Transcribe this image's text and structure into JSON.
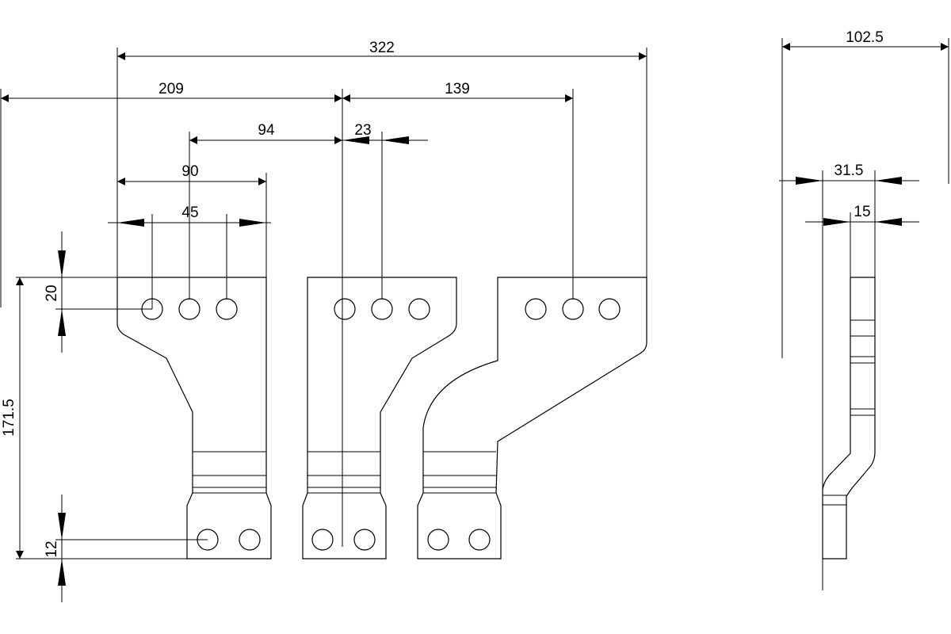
{
  "drawing": {
    "dimensions": {
      "overall_width": "322",
      "left_offset": "209",
      "right_offset": "139",
      "hole_spacing_middle": "94",
      "small_offset": "23",
      "width_90": "90",
      "width_45": "45",
      "top_hole_offset": "20",
      "height": "171.5",
      "bottom_hole_offset": "12",
      "side_width": "102.5",
      "side_thickness": "31.5",
      "plate_thickness": "15"
    },
    "colors": {
      "line": "#000000",
      "background": "#ffffff"
    }
  }
}
